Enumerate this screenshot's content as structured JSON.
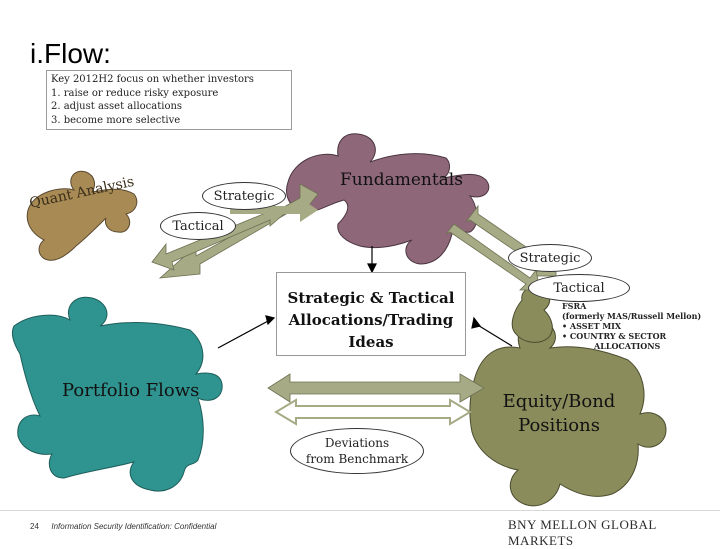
{
  "title": "i.Flow:",
  "focus_box": {
    "lines": [
      "Key 2012H2 focus on whether investors",
      "1. raise or reduce risky exposure",
      "2. adjust asset allocations",
      "3. become more selective"
    ]
  },
  "pieces": {
    "quant": "Quant Analysis",
    "fundamentals": "Fundamentals",
    "portfolio": "Portfolio Flows",
    "equity_line1": "Equity/Bond",
    "equity_line2": "Positions"
  },
  "labels": {
    "strategic_top": "Strategic",
    "tactical_top": "Tactical",
    "strategic_right": "Strategic",
    "tactical_right": "Tactical"
  },
  "center": {
    "line1": "Strategic & Tactical",
    "line2": "Allocations/Trading",
    "line3": "Ideas"
  },
  "bullets": [
    "FSRA",
    "(formerly MAS/Russell Mellon)",
    "• ASSET MIX",
    "• COUNTRY & SECTOR",
    "ALLOCATIONS"
  ],
  "deviations": {
    "line1": "Deviations",
    "line2": "from Benchmark"
  },
  "footer": {
    "page": "24",
    "classification": "Information Security Identification: Confidential",
    "brand": "BNY MELLON GLOBAL MARKETS"
  },
  "colors": {
    "quant": "#a88a55",
    "fundamentals": "#8e6878",
    "portfolio": "#2f948f",
    "equity": "#8a8c5c",
    "arrow": "#a6aa85"
  }
}
